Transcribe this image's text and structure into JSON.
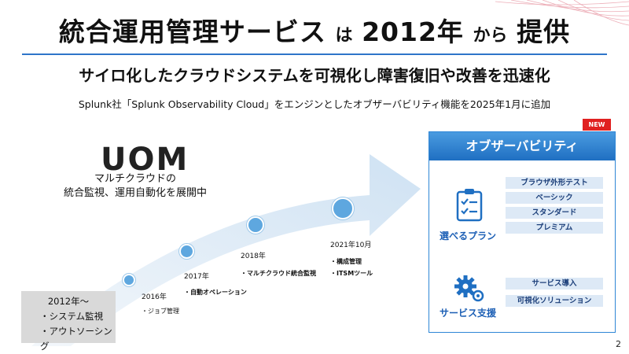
{
  "title": {
    "part1": "統合運用管理サービス",
    "part2": "は",
    "part3": "2012年",
    "part4": "から",
    "part5": "提供"
  },
  "subtitle": "サイロ化したクラウドシステムを可視化し障害復旧や改善を迅速化",
  "note": "Splunk社「Splunk Observability Cloud」をエンジンとしたオブザーバビリティ機能を2025年1月に追加",
  "uom": {
    "logo": "UOM",
    "desc_line1": "マルチクラウドの",
    "desc_line2": "統合監視、運用自動化を展開中"
  },
  "timeline": {
    "start": {
      "year": "2012年～",
      "items": [
        "・システム監視",
        "・アウトソーシング"
      ]
    },
    "milestones": [
      {
        "year": "2016年",
        "items": [
          "・ジョブ管理"
        ]
      },
      {
        "year": "2017年",
        "items": [
          "・自動オペレーション"
        ]
      },
      {
        "year": "2018年",
        "items": [
          "・マルチクラウド統合監視"
        ]
      },
      {
        "year": "2021年10月",
        "items": [
          "・構成管理",
          "・ITSMツール"
        ]
      }
    ]
  },
  "observability": {
    "badge": "NEW",
    "header": "オブザーバビリティ",
    "plans": {
      "label": "選べるプラン",
      "icon": "checklist-icon",
      "items": [
        "ブラウザ外形テスト",
        "ベーシック",
        "スタンダード",
        "プレミアム"
      ]
    },
    "support": {
      "label": "サービス支援",
      "icon": "gears-icon",
      "items": [
        "サービス導入",
        "可視化ソリューション"
      ]
    }
  },
  "colors": {
    "accent_blue": "#2e75c9",
    "header_blue": "#1f6fc2",
    "pill_bg": "#dde9f6",
    "badge_red": "#e02020",
    "arrow_light": "#dbe9f5",
    "dot_blue": "#5ea7df"
  },
  "page_number": "2"
}
